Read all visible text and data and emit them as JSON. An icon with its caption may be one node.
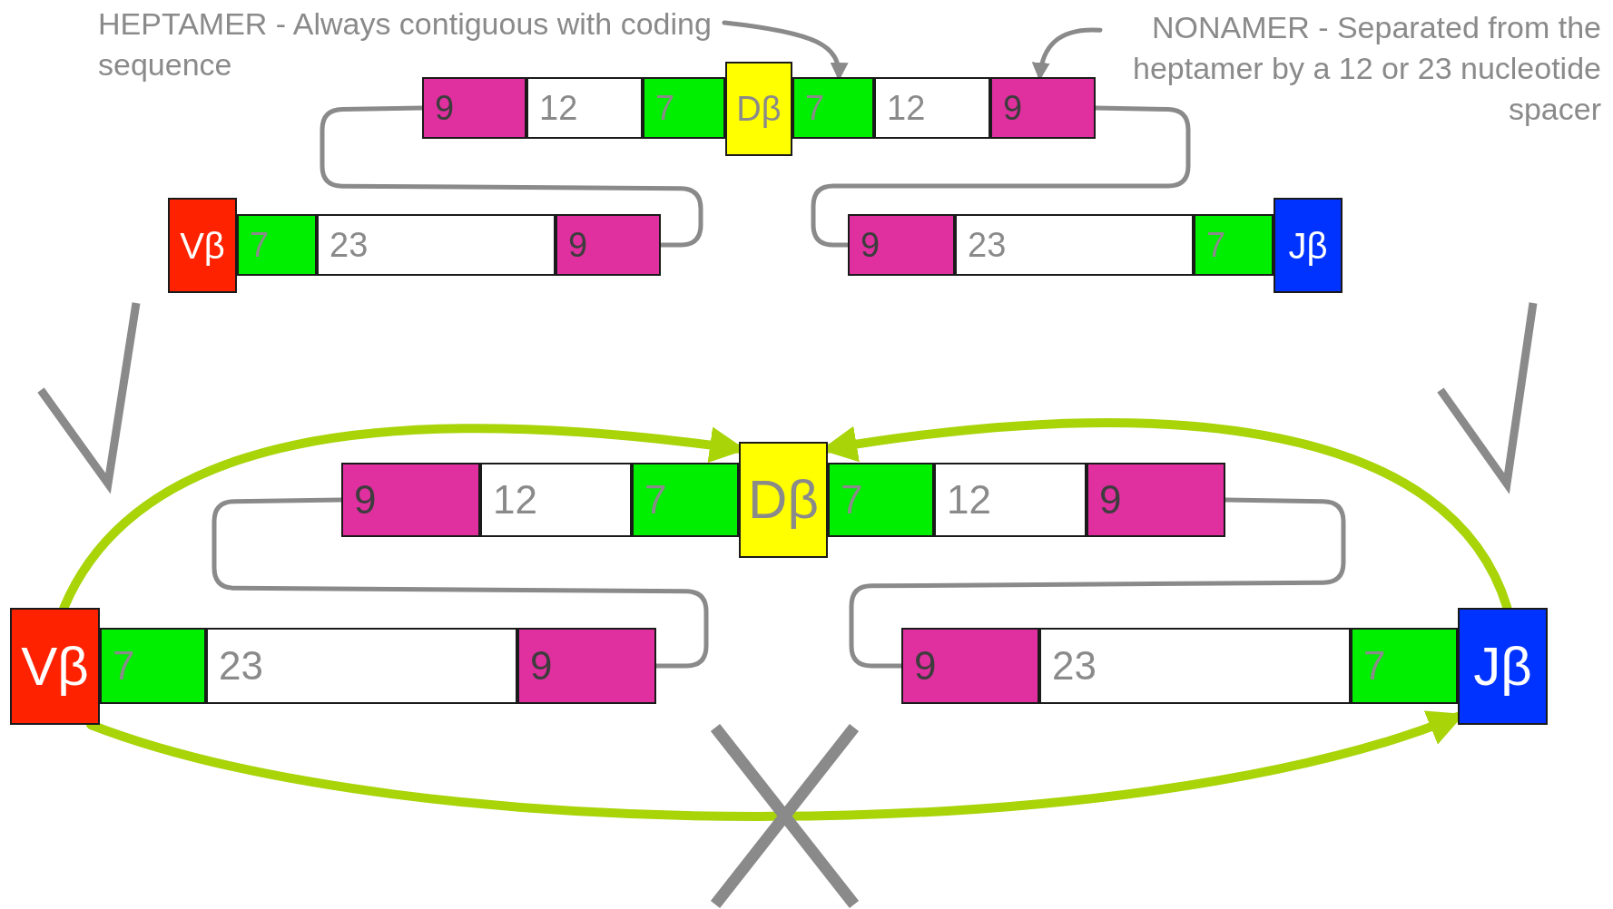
{
  "diagram": {
    "nodes": [
      {
        "text": [
          "HEPTAMER - Always contiguous with coding sequence"
        ]
      },
      {
        "text": [
          "NONAMER - Separated from the heptamer by a 12 or 23 nucleotide spacer"
        ]
      },
      {
        "text": [
          "9"
        ]
      },
      {
        "text": [
          "12"
        ]
      },
      {
        "text": [
          "7"
        ]
      },
      {
        "text": [
          "Dβ"
        ]
      },
      {
        "text": [
          "7"
        ]
      },
      {
        "text": [
          "12"
        ]
      },
      {
        "text": [
          "9"
        ]
      },
      {
        "text": [
          "Vβ"
        ]
      },
      {
        "text": [
          "7"
        ]
      },
      {
        "text": [
          "23"
        ]
      },
      {
        "text": [
          "9"
        ]
      },
      {
        "text": [
          "9"
        ]
      },
      {
        "text": [
          "23"
        ]
      },
      {
        "text": [
          "7"
        ]
      },
      {
        "text": [
          "Jβ"
        ]
      },
      {
        "text": [
          "9"
        ]
      },
      {
        "text": [
          "12"
        ]
      },
      {
        "text": [
          "7"
        ]
      },
      {
        "text": [
          "Dβ"
        ]
      },
      {
        "text": [
          "7"
        ]
      },
      {
        "text": [
          "12"
        ]
      },
      {
        "text": [
          "9"
        ]
      },
      {
        "text": [
          "Vβ"
        ]
      },
      {
        "text": [
          "7"
        ]
      },
      {
        "text": [
          "23"
        ]
      },
      {
        "text": [
          "9"
        ]
      },
      {
        "text": [
          "9"
        ]
      },
      {
        "text": [
          "23"
        ]
      },
      {
        "text": [
          "7"
        ]
      },
      {
        "text": [
          "Jβ"
        ]
      }
    ],
    "edges": [
      {
        "from": 0,
        "to": 6,
        "arrow": "to"
      },
      {
        "from": 1,
        "to": 8,
        "arrow": "to"
      },
      {
        "from": 2,
        "to": 12,
        "arrow": "none"
      },
      {
        "from": 8,
        "to": 13,
        "arrow": "none"
      },
      {
        "from": 17,
        "to": 27,
        "arrow": "none"
      },
      {
        "from": 23,
        "to": 28,
        "arrow": "none"
      },
      {
        "from": 24,
        "to": 20,
        "arrow": "to",
        "style": "thick",
        "color": "#a8d408"
      },
      {
        "from": 31,
        "to": 20,
        "arrow": "to",
        "style": "thick",
        "color": "#a8d408"
      },
      {
        "from": 24,
        "to": 31,
        "arrow": "to",
        "style": "thick",
        "color": "#a8d408"
      }
    ]
  }
}
